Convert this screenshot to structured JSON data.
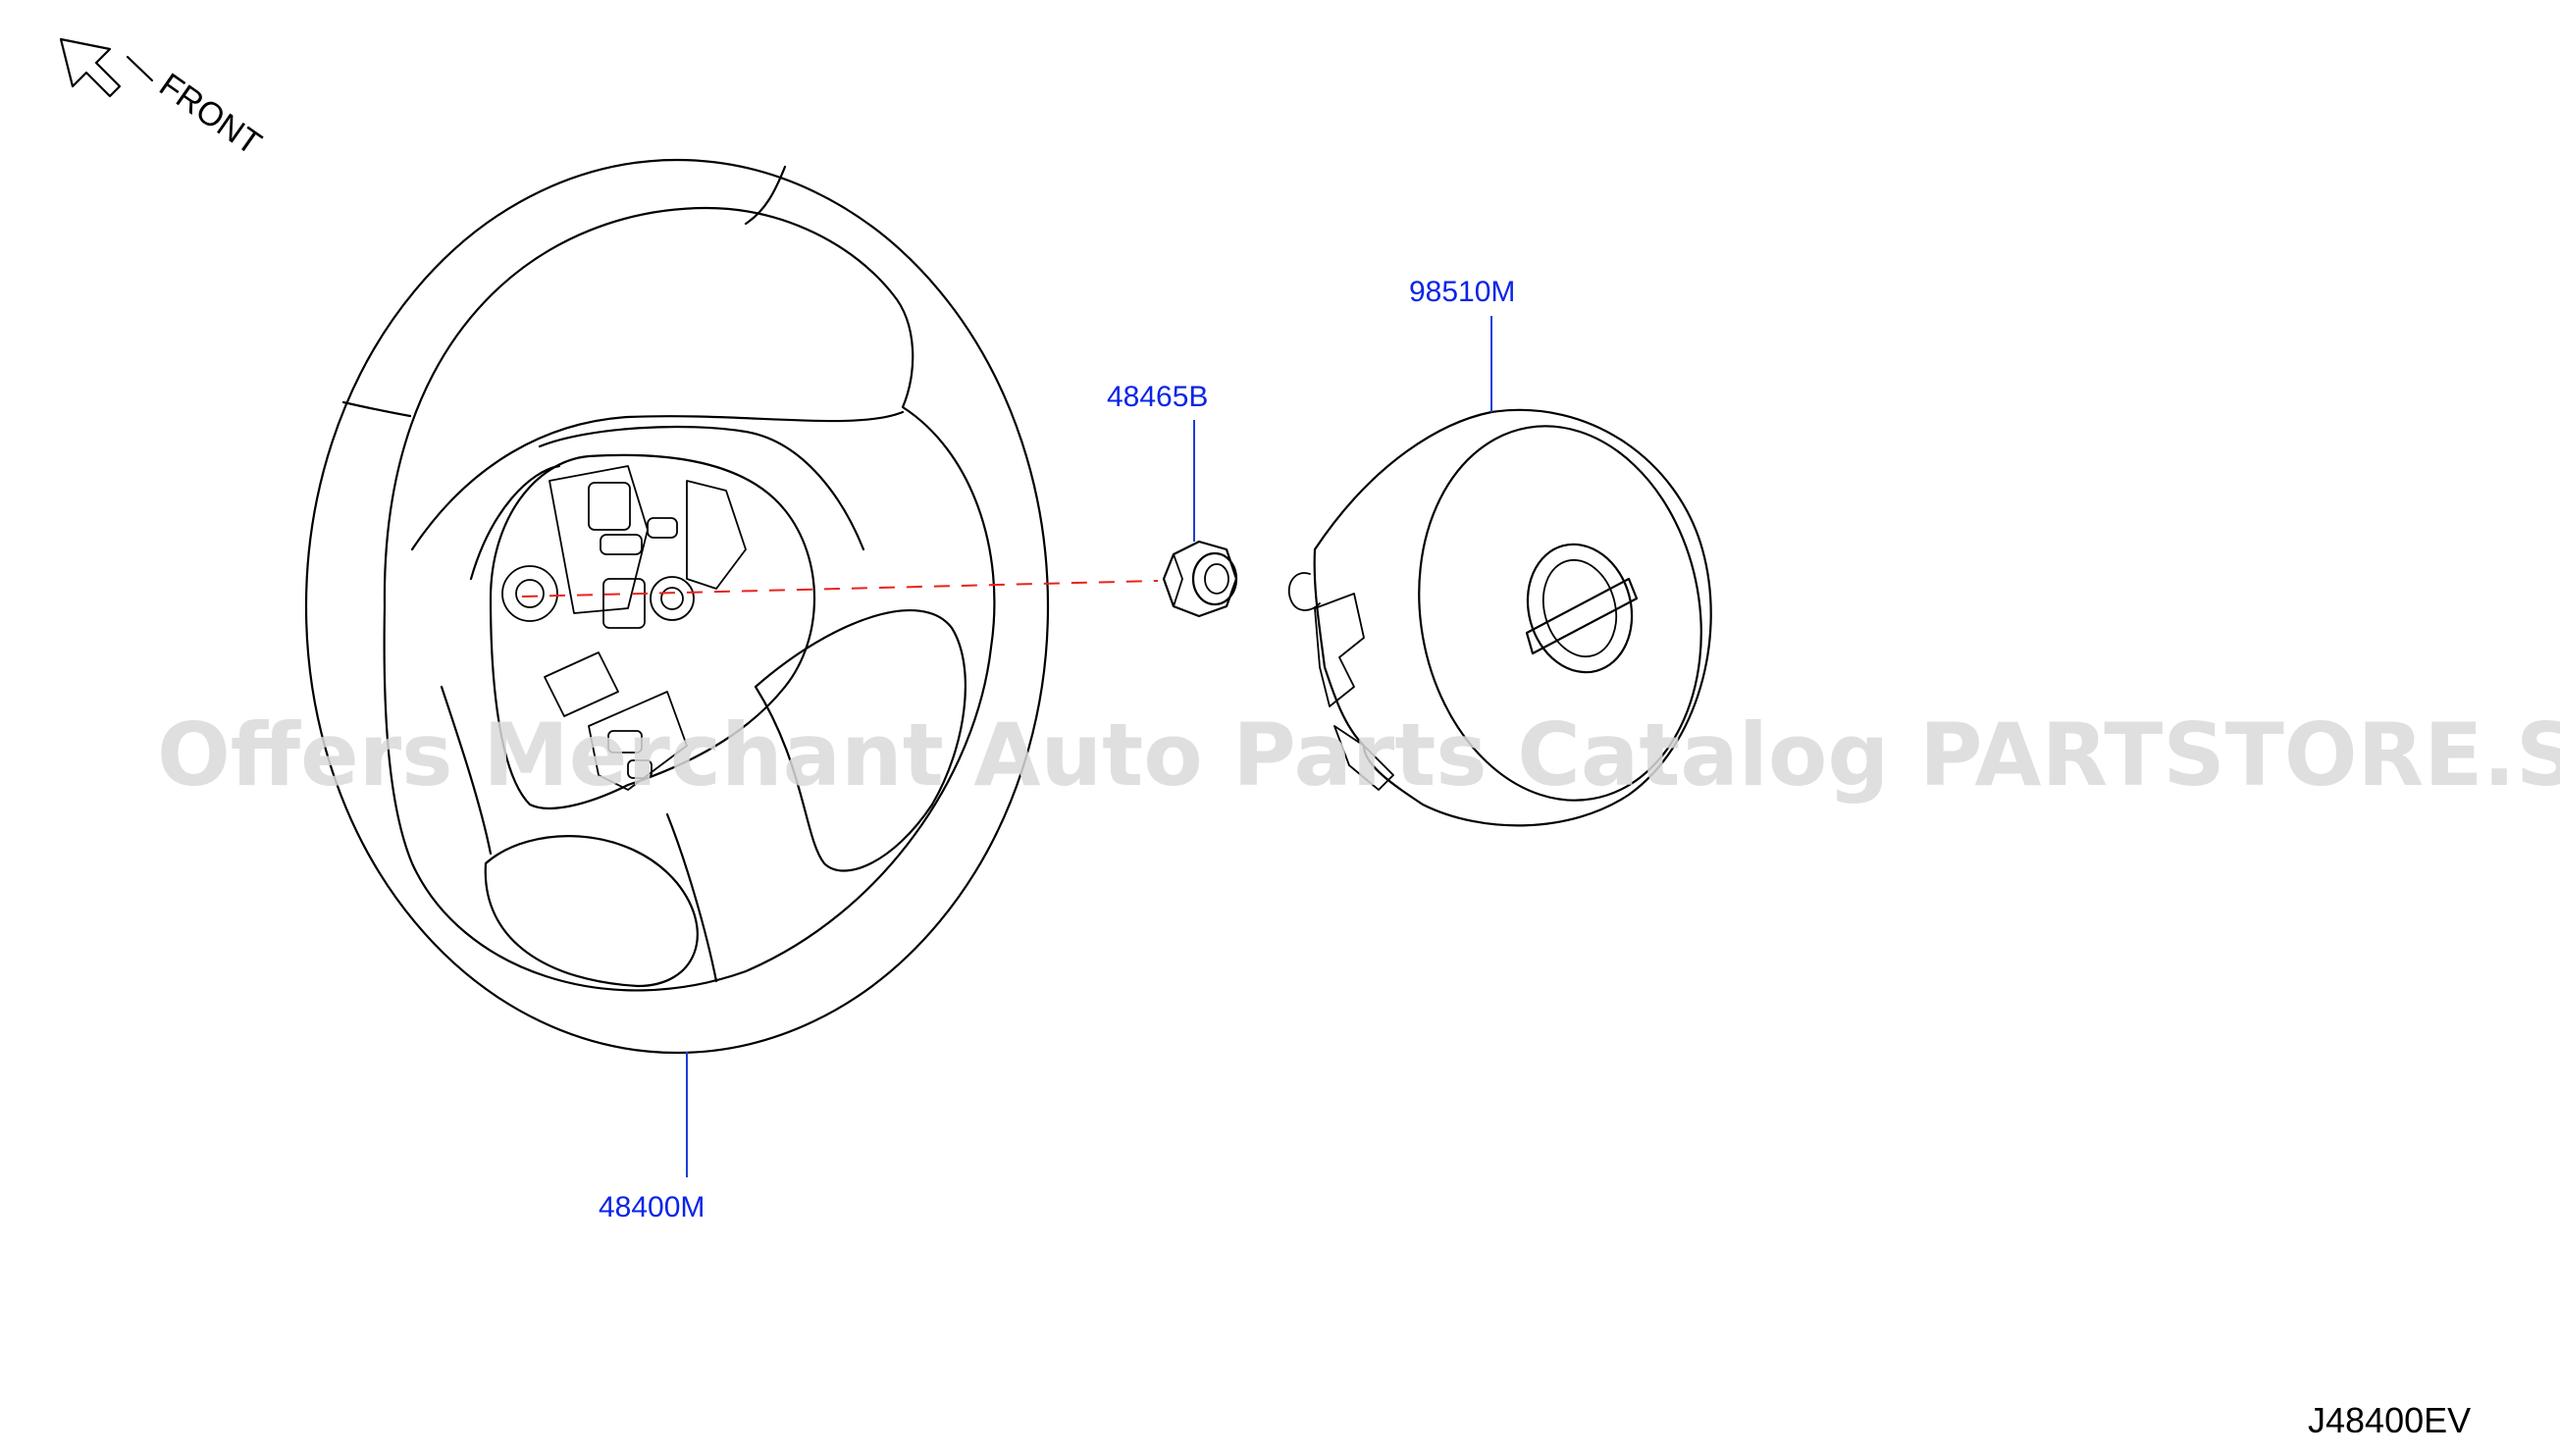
{
  "front_label": "FRONT",
  "diagram_code": "J48400EV",
  "watermark": "Offers Merchant Auto Parts Catalog PARTSTORE.SA",
  "parts": [
    {
      "id": "steering-wheel",
      "number": "48400M"
    },
    {
      "id": "nut",
      "number": "48465B"
    },
    {
      "id": "airbag-module",
      "number": "98510M"
    }
  ],
  "colors": {
    "callout": "#0b24e8",
    "leader": "#1a3fd6",
    "axis": "#e8231e",
    "watermark": "#d9d9d9"
  }
}
